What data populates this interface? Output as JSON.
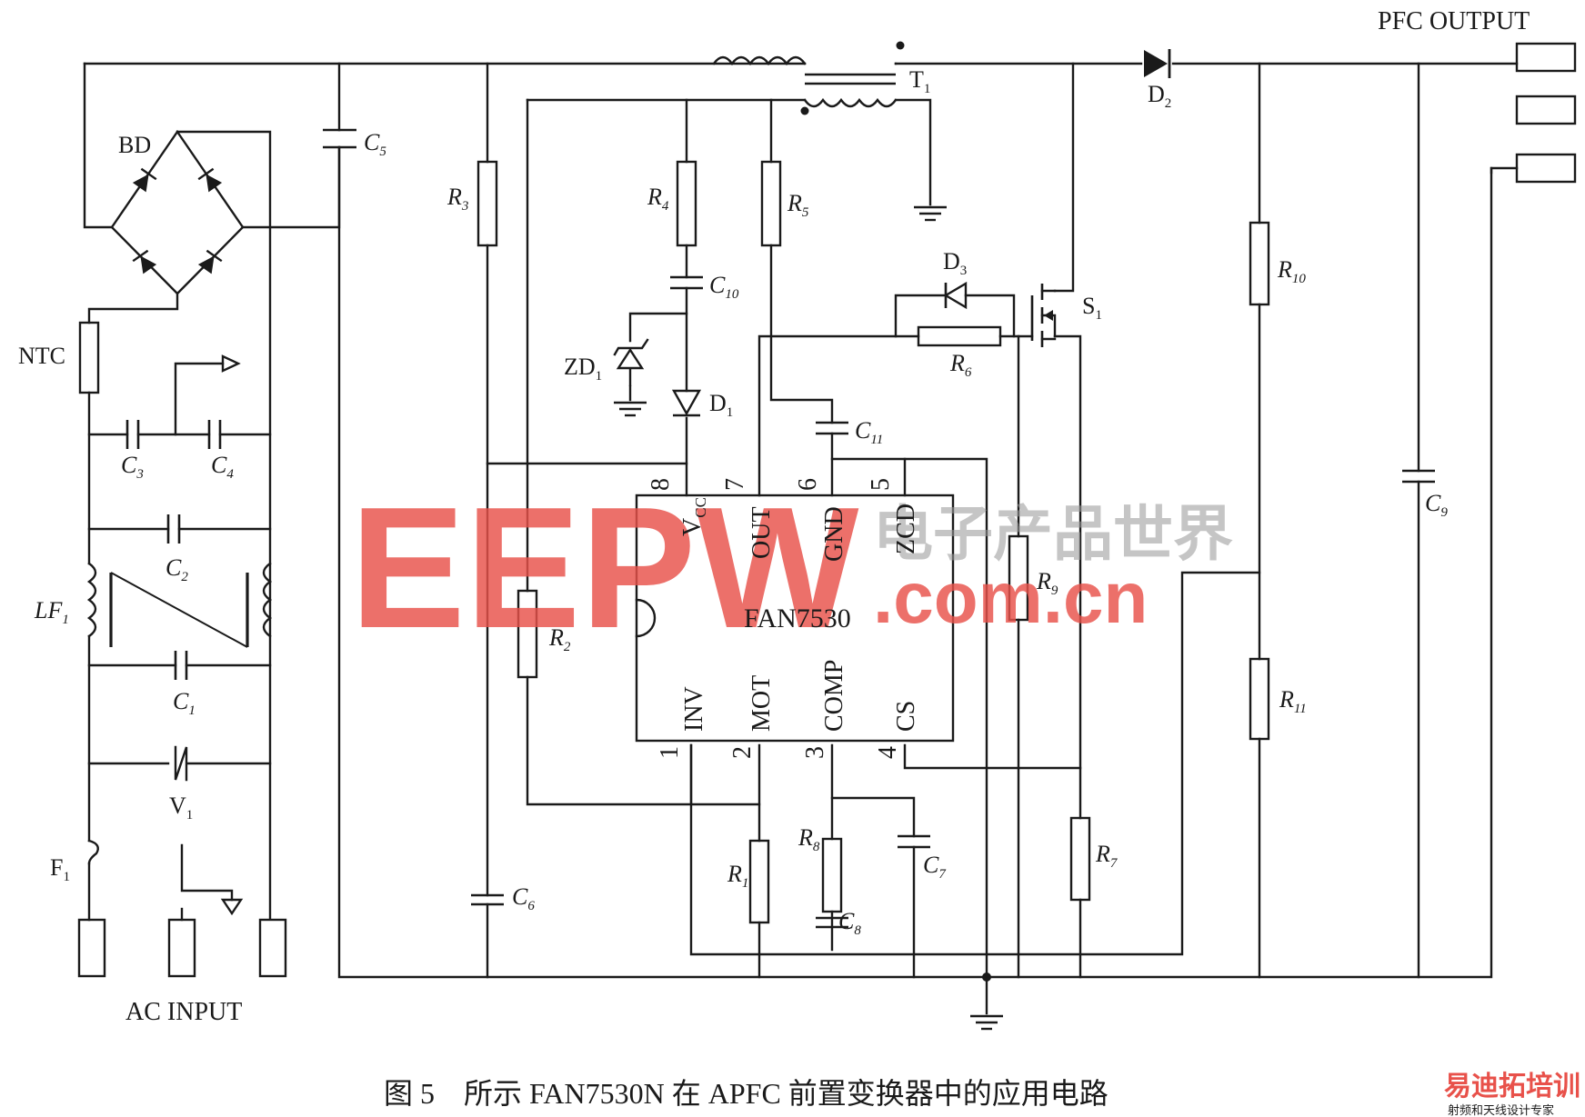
{
  "components": {
    "pfc_output": "PFC OUTPUT",
    "t1": "T",
    "t1_sub": "1",
    "d2": "D",
    "d2_sub": "2",
    "bd": "BD",
    "c5": "C",
    "c5_sub": "5",
    "r3": "R",
    "r3_sub": "3",
    "r4": "R",
    "r4_sub": "4",
    "r5": "R",
    "r5_sub": "5",
    "c10": "C",
    "c10_sub": "10",
    "zd1": "ZD",
    "zd1_sub": "1",
    "d1": "D",
    "d1_sub": "1",
    "d3": "D",
    "d3_sub": "3",
    "s1": "S",
    "s1_sub": "1",
    "r6": "R",
    "r6_sub": "6",
    "c11": "C",
    "c11_sub": "11",
    "r10": "R",
    "r10_sub": "10",
    "ntc": "NTC",
    "c3": "C",
    "c3_sub": "3",
    "c4": "C",
    "c4_sub": "4",
    "c2": "C",
    "c2_sub": "2",
    "lf1": "LF",
    "lf1_sub": "1",
    "c1": "C",
    "c1_sub": "1",
    "v1": "V",
    "v1_sub": "1",
    "f1": "F",
    "f1_sub": "1",
    "ac_input": "AC INPUT",
    "r2": "R",
    "r2_sub": "2",
    "r9": "R",
    "r9_sub": "9",
    "c9": "C",
    "c9_sub": "9",
    "r11": "R",
    "r11_sub": "11",
    "r1": "R",
    "r1_sub": "1",
    "r8": "R",
    "r8_sub": "8",
    "c8": "C",
    "c8_sub": "8",
    "c7": "C",
    "c7_sub": "7",
    "r7": "R",
    "r7_sub": "7",
    "c6": "C",
    "c6_sub": "6"
  },
  "ic": {
    "name": "FAN7530",
    "pins_top": [
      {
        "num": "8",
        "label": "V",
        "sub": "CC"
      },
      {
        "num": "7",
        "label": "OUT"
      },
      {
        "num": "6",
        "label": "GND"
      },
      {
        "num": "5",
        "label": "ZCD"
      }
    ],
    "pins_bottom": [
      {
        "num": "1",
        "label": "INV"
      },
      {
        "num": "2",
        "label": "MOT"
      },
      {
        "num": "3",
        "label": "COMP"
      },
      {
        "num": "4",
        "label": "CS"
      }
    ]
  },
  "caption": "图 5　所示 FAN7530N 在 APFC 前置变换器中的应用电路",
  "watermark": {
    "brand": "EEPW",
    "cn": "电子产品世界",
    "url": ".com.cn",
    "corner_brand": "易迪拓培训",
    "corner_sub": "射频和天线设计专家",
    "color": "#e8514a"
  }
}
